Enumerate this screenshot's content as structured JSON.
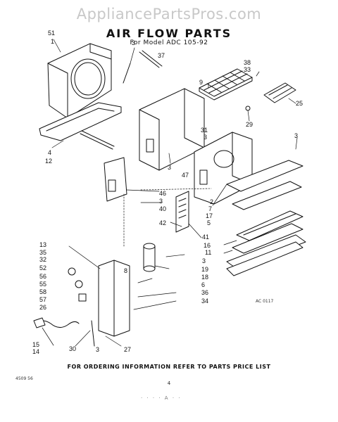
{
  "watermark": "AppliancePartsPros.com",
  "title": "AIR FLOW PARTS",
  "subtitle": "For Model  ADC 105-92",
  "footer_note": "FOR ORDERING INFORMATION REFER TO PARTS PRICE LIST",
  "page_number": "4",
  "figure_code": "AC 0117",
  "print_code": "4509 56",
  "scribble": "· · · · A · ·",
  "callouts": [
    "51",
    "1",
    "3",
    "37",
    "38",
    "33",
    "9",
    "25",
    "29",
    "31",
    "3",
    "3",
    "47",
    "4",
    "12",
    "3",
    "2",
    "7",
    "17",
    "5",
    "46",
    "3",
    "40",
    "42",
    "41",
    "16",
    "11",
    "13",
    "35",
    "32",
    "52",
    "56",
    "55",
    "58",
    "57",
    "26",
    "8",
    "3",
    "19",
    "18",
    "6",
    "36",
    "34",
    "15",
    "14",
    "30",
    "3",
    "27"
  ]
}
